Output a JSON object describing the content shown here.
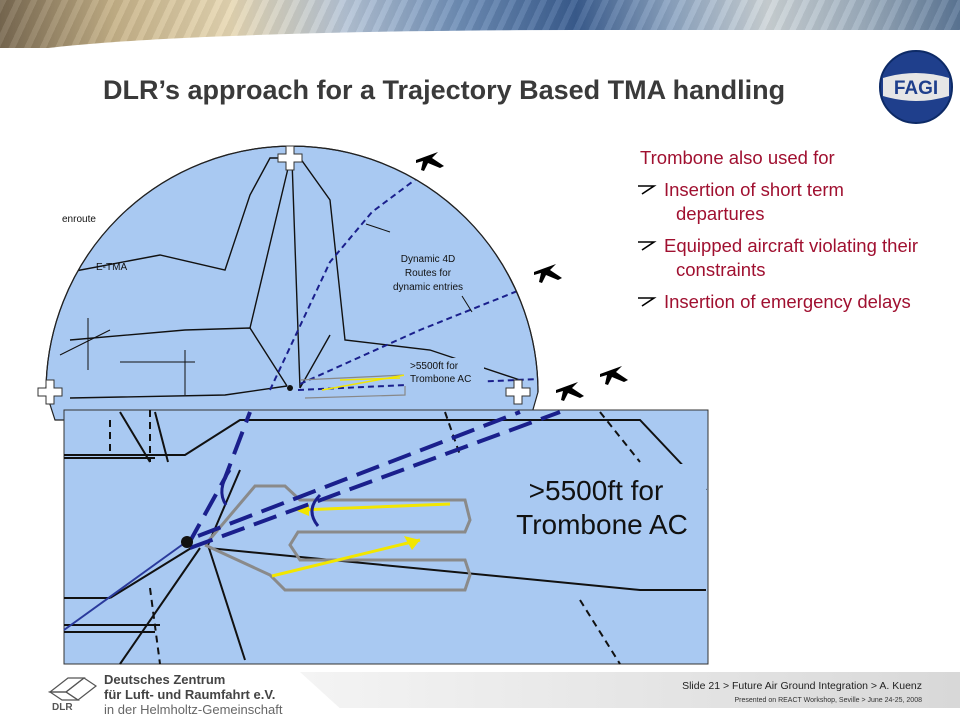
{
  "slide": {
    "title": "DLR’s approach for a Trajectory Based TMA handling",
    "logo_text": "FAGI"
  },
  "right_panel": {
    "heading": "Trombone also used for",
    "items": [
      "Insertion of short term departures",
      "Equipped aircraft violating their constraints",
      "Insertion of emergency delays"
    ]
  },
  "diagram": {
    "enroute": "enroute",
    "etma": "E-TMA",
    "dynamic_routes": [
      "Dynamic 4D",
      "Routes for",
      "dynamic entries"
    ],
    "small_callout": [
      ">5500ft for",
      "Trombone AC"
    ],
    "zoom_callout": [
      ">5500ft for",
      "Trombone AC"
    ]
  },
  "footer": {
    "org_line1": "Deutsches Zentrum",
    "org_line2": "für Luft- und Raumfahrt e.V.",
    "org_line3": "in der Helmholtz-Gemeinschaft",
    "dlr_mark": "DLR",
    "slide_info": "Slide 21 > Future Air Ground Integration > A. Kuenz",
    "presented": "Presented on REACT Workshop, Seville > June 24-25, 2008"
  },
  "colors": {
    "title": "#3a3a3a",
    "accent_text": "#a01030",
    "airspace_fill": "#a9c9f2",
    "route_dashed": "#1a1f8c",
    "trombone_yellow": "#f2e600"
  }
}
